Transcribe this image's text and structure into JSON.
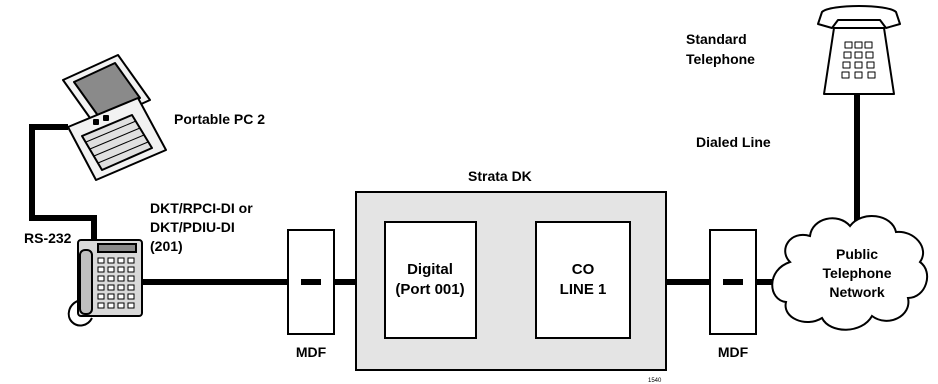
{
  "labels": {
    "portable_pc": "Portable PC 2",
    "rs232": "RS-232",
    "dkt_line1": "DKT/RPCI-DI or",
    "dkt_line2": "DKT/PDIU-DI",
    "dkt_line3": "(201)",
    "strata": "Strata DK",
    "digital_line1": "Digital",
    "digital_line2": "(Port 001)",
    "co_line1": "CO",
    "co_line2": "LINE 1",
    "mdf_left": "MDF",
    "mdf_right": "MDF",
    "dialed_line": "Dialed Line",
    "std_tel_line1": "Standard",
    "std_tel_line2": "Telephone",
    "network_line1": "Public",
    "network_line2": "Telephone",
    "network_line3": "Network",
    "figure_id": "1540"
  },
  "colors": {
    "line": "#000000",
    "strata_fill": "#e4e4e4",
    "box_fill": "#ffffff",
    "phone_body": "#d9d9d9",
    "screen": "#8a8a8a"
  },
  "icons": [
    "laptop-icon",
    "key-telephone-icon",
    "standard-telephone-icon",
    "cloud-icon"
  ]
}
